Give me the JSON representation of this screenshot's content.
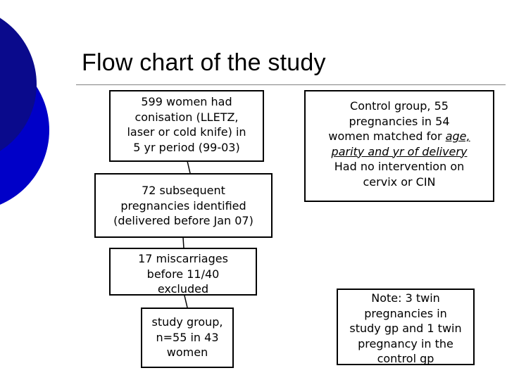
{
  "title": "Flow chart of the study",
  "colors": {
    "deco_dark": "#0a0a8c",
    "deco_bright": "#0000c8",
    "border": "#000000",
    "rule": "#808080"
  },
  "boxes": {
    "women_cohort": [
      "599 women had",
      "conisation (LLETZ,",
      "laser or cold knife) in",
      "5 yr period (99-03)"
    ],
    "subsequent_pregnancies": [
      "72 subsequent",
      "pregnancies identified",
      "(delivered before Jan 07)"
    ],
    "miscarriages_excluded": [
      "17 miscarriages",
      "before 11/40",
      "excluded"
    ],
    "study_group": [
      "study group,",
      "n=55 in 43",
      "women"
    ],
    "control_group": {
      "line1": "Control group, 55",
      "line2": "pregnancies in 54",
      "line3_plain": "women matched for ",
      "line3_underlined": "age,",
      "line4": "parity and yr of delivery",
      "line5": "Had no intervention on",
      "line6": "cervix or CIN"
    },
    "note": [
      "Note: 3 twin",
      "pregnancies in",
      "study gp and 1 twin",
      "pregnancy in the",
      "control gp"
    ]
  }
}
